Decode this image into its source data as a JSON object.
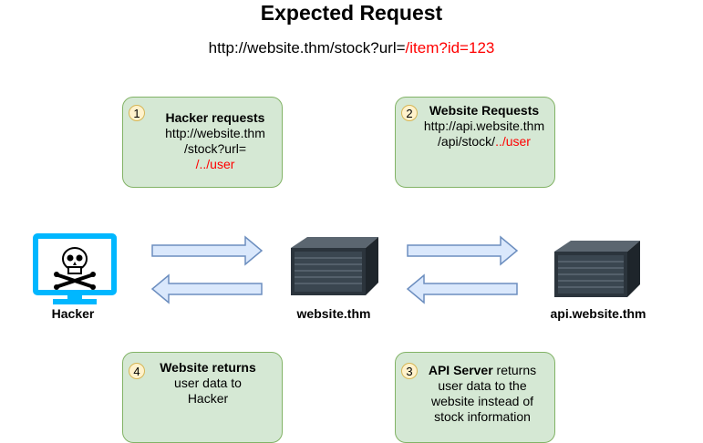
{
  "title": "Expected Request",
  "expected_url": {
    "base": "http://website.thm/stock?url=",
    "param": "/item?id=123"
  },
  "steps": [
    {
      "number": "1",
      "heading": "Hacker requests",
      "line1": "http://website.thm",
      "line2": "/stock?url=",
      "line3_red": "/../user"
    },
    {
      "number": "2",
      "heading": "Website Requests",
      "line1": "http://api.website.thm",
      "line2_plain": "/api/stock/",
      "line2_red": "../user"
    },
    {
      "number": "3",
      "heading": "API Server",
      "heading_rest": " returns",
      "line1": "user data to the",
      "line2": "website instead of",
      "line3": "stock information"
    },
    {
      "number": "4",
      "heading": "Website returns",
      "line1": "user data to",
      "line2": "Hacker"
    }
  ],
  "nodes": {
    "hacker": "Hacker",
    "website": "website.thm",
    "api": "api.website.thm"
  },
  "colors": {
    "box_fill": "#d5e8d4",
    "box_border": "#82b366",
    "badge_fill": "#fff2cc",
    "arrow_fill": "#dae8fc",
    "arrow_stroke": "#6c8ebf",
    "hacker_monitor": "#00b7ff",
    "highlight": "#ff0000"
  }
}
